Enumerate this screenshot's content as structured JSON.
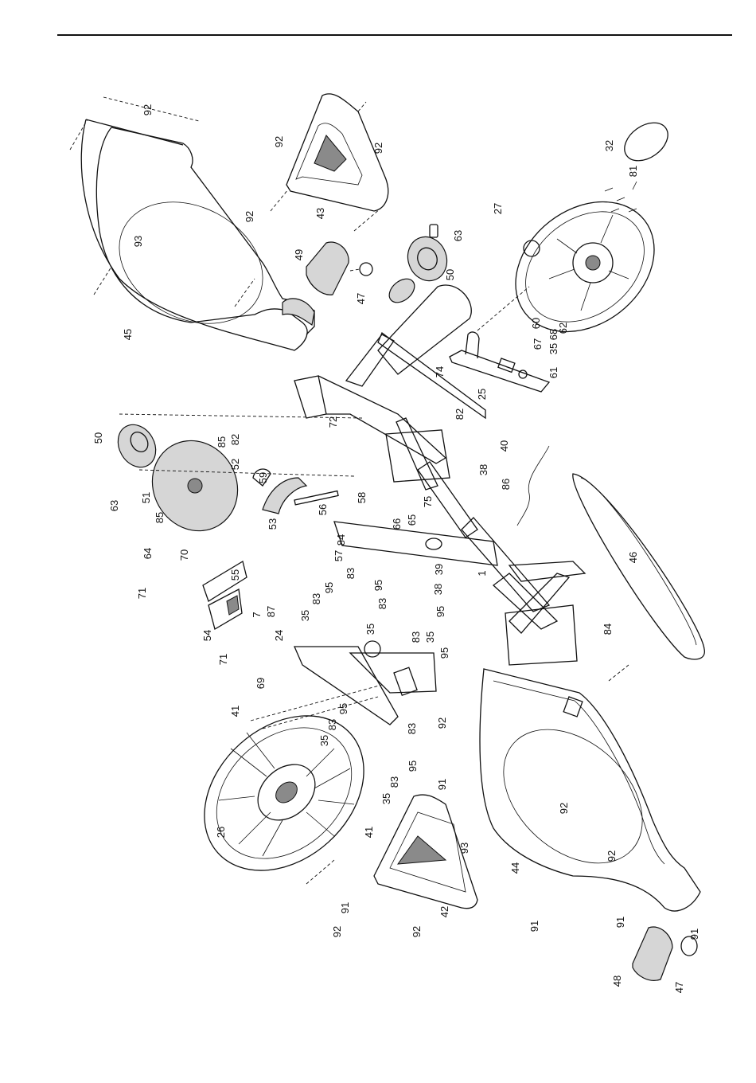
{
  "labels": [
    {
      "id": "92a",
      "text": "92"
    },
    {
      "id": "92b",
      "text": "92"
    },
    {
      "id": "92c",
      "text": "92"
    },
    {
      "id": "92d",
      "text": "92"
    },
    {
      "id": "93a",
      "text": "93"
    },
    {
      "id": "45",
      "text": "45"
    },
    {
      "id": "43",
      "text": "43"
    },
    {
      "id": "49",
      "text": "49"
    },
    {
      "id": "47a",
      "text": "47"
    },
    {
      "id": "50a",
      "text": "50"
    },
    {
      "id": "63a",
      "text": "63"
    },
    {
      "id": "32",
      "text": "32"
    },
    {
      "id": "81",
      "text": "81"
    },
    {
      "id": "27",
      "text": "27"
    },
    {
      "id": "67",
      "text": "67"
    },
    {
      "id": "68",
      "text": "68"
    },
    {
      "id": "60",
      "text": "60"
    },
    {
      "id": "62",
      "text": "62"
    },
    {
      "id": "35a",
      "text": "35"
    },
    {
      "id": "61",
      "text": "61"
    },
    {
      "id": "74",
      "text": "74"
    },
    {
      "id": "25",
      "text": "25"
    },
    {
      "id": "82a",
      "text": "82"
    },
    {
      "id": "40",
      "text": "40"
    },
    {
      "id": "38a",
      "text": "38"
    },
    {
      "id": "72",
      "text": "72"
    },
    {
      "id": "50b",
      "text": "50"
    },
    {
      "id": "63b",
      "text": "63"
    },
    {
      "id": "85a",
      "text": "85"
    },
    {
      "id": "82b",
      "text": "82"
    },
    {
      "id": "52",
      "text": "52"
    },
    {
      "id": "51",
      "text": "51"
    },
    {
      "id": "59",
      "text": "59"
    },
    {
      "id": "56",
      "text": "56"
    },
    {
      "id": "53",
      "text": "53"
    },
    {
      "id": "58",
      "text": "58"
    },
    {
      "id": "66",
      "text": "66"
    },
    {
      "id": "65",
      "text": "65"
    },
    {
      "id": "75",
      "text": "75"
    },
    {
      "id": "86",
      "text": "86"
    },
    {
      "id": "85b",
      "text": "85"
    },
    {
      "id": "64",
      "text": "64"
    },
    {
      "id": "70",
      "text": "70"
    },
    {
      "id": "57",
      "text": "57"
    },
    {
      "id": "84a",
      "text": "84"
    },
    {
      "id": "39",
      "text": "39"
    },
    {
      "id": "1",
      "text": "1"
    },
    {
      "id": "46",
      "text": "46"
    },
    {
      "id": "71a",
      "text": "71"
    },
    {
      "id": "55",
      "text": "55"
    },
    {
      "id": "95a",
      "text": "95"
    },
    {
      "id": "83a",
      "text": "83"
    },
    {
      "id": "95b",
      "text": "95"
    },
    {
      "id": "83b",
      "text": "83"
    },
    {
      "id": "38b",
      "text": "38"
    },
    {
      "id": "87",
      "text": "87"
    },
    {
      "id": "7",
      "text": "7"
    },
    {
      "id": "35b",
      "text": "35"
    },
    {
      "id": "83c",
      "text": "83"
    },
    {
      "id": "35c",
      "text": "35"
    },
    {
      "id": "95c",
      "text": "95"
    },
    {
      "id": "83d",
      "text": "83"
    },
    {
      "id": "54",
      "text": "54"
    },
    {
      "id": "24",
      "text": "24"
    },
    {
      "id": "35d",
      "text": "35"
    },
    {
      "id": "95d",
      "text": "95"
    },
    {
      "id": "84b",
      "text": "84"
    },
    {
      "id": "71b",
      "text": "71"
    },
    {
      "id": "69",
      "text": "69"
    },
    {
      "id": "41a",
      "text": "41"
    },
    {
      "id": "95e",
      "text": "95"
    },
    {
      "id": "83e",
      "text": "83"
    },
    {
      "id": "35e",
      "text": "35"
    },
    {
      "id": "83f",
      "text": "83"
    },
    {
      "id": "92e",
      "text": "92"
    },
    {
      "id": "95f",
      "text": "95"
    },
    {
      "id": "83g",
      "text": "83"
    },
    {
      "id": "35f",
      "text": "35"
    },
    {
      "id": "26",
      "text": "26"
    },
    {
      "id": "41b",
      "text": "41"
    },
    {
      "id": "91a",
      "text": "91"
    },
    {
      "id": "92f",
      "text": "92"
    },
    {
      "id": "93b",
      "text": "93"
    },
    {
      "id": "44",
      "text": "44"
    },
    {
      "id": "92g",
      "text": "92"
    },
    {
      "id": "91b",
      "text": "91"
    },
    {
      "id": "92h",
      "text": "92"
    },
    {
      "id": "92i",
      "text": "92"
    },
    {
      "id": "42",
      "text": "42"
    },
    {
      "id": "91c",
      "text": "91"
    },
    {
      "id": "91d",
      "text": "91"
    },
    {
      "id": "91e",
      "text": "91"
    },
    {
      "id": "48",
      "text": "48"
    },
    {
      "id": "47b",
      "text": "47"
    }
  ]
}
